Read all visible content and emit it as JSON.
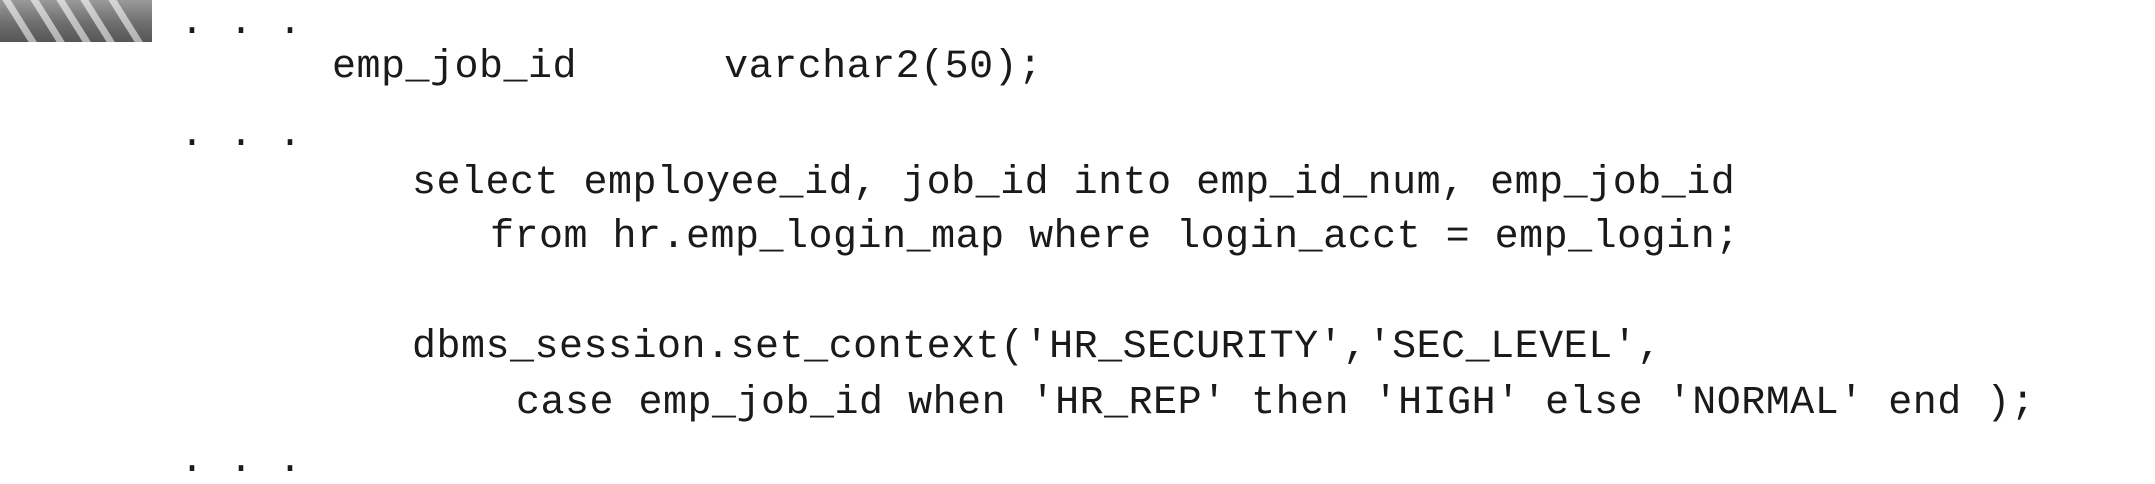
{
  "code_lines": [
    ". . .",
    "emp_job_id      varchar2(50);",
    ". . .",
    "select employee_id, job_id into emp_id_num, emp_job_id",
    "from hr.emp_login_map where login_acct = emp_login;",
    "dbms_session.set_context('HR_SECURITY','SEC_LEVEL',",
    "case emp_job_id when 'HR_REP' then 'HIGH' else 'NORMAL' end );",
    ". . ."
  ]
}
